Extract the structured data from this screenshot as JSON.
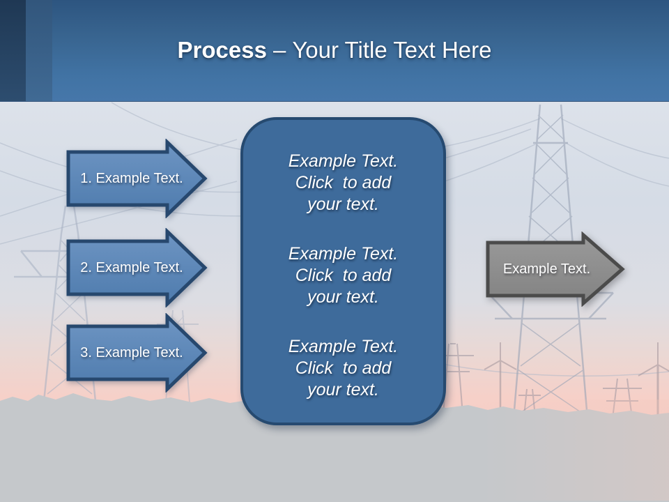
{
  "title": {
    "emphasis": "Process",
    "separator": "–",
    "rest": "Your Title Text Here"
  },
  "steps": [
    {
      "label": "1. Example Text."
    },
    {
      "label": "2. Example Text."
    },
    {
      "label": "3. Example Text."
    }
  ],
  "panel": {
    "blocks": [
      {
        "line1": "Example Text.",
        "line2": "Click  to add",
        "line3": "your text."
      },
      {
        "line1": "Example Text.",
        "line2": "Click  to add",
        "line3": "your text."
      },
      {
        "line1": "Example Text.",
        "line2": "Click  to add",
        "line3": "your text."
      }
    ]
  },
  "output": {
    "label": "Example Text."
  },
  "colors": {
    "header_blue": "#3f72a8",
    "header_stripe_dark": "#1f3854",
    "step_arrow_fill": "#5c88b9",
    "step_arrow_border": "#27486e",
    "panel_fill": "#3e6b9b",
    "panel_border": "#264a70",
    "output_arrow_fill": "#8d8d8d",
    "output_arrow_border": "#4b4b4b",
    "sky_gray": "#d5dce6",
    "sunset_pink": "#f6d0c8",
    "ground_gray": "#c6c9cb",
    "text_white": "#ffffff"
  }
}
